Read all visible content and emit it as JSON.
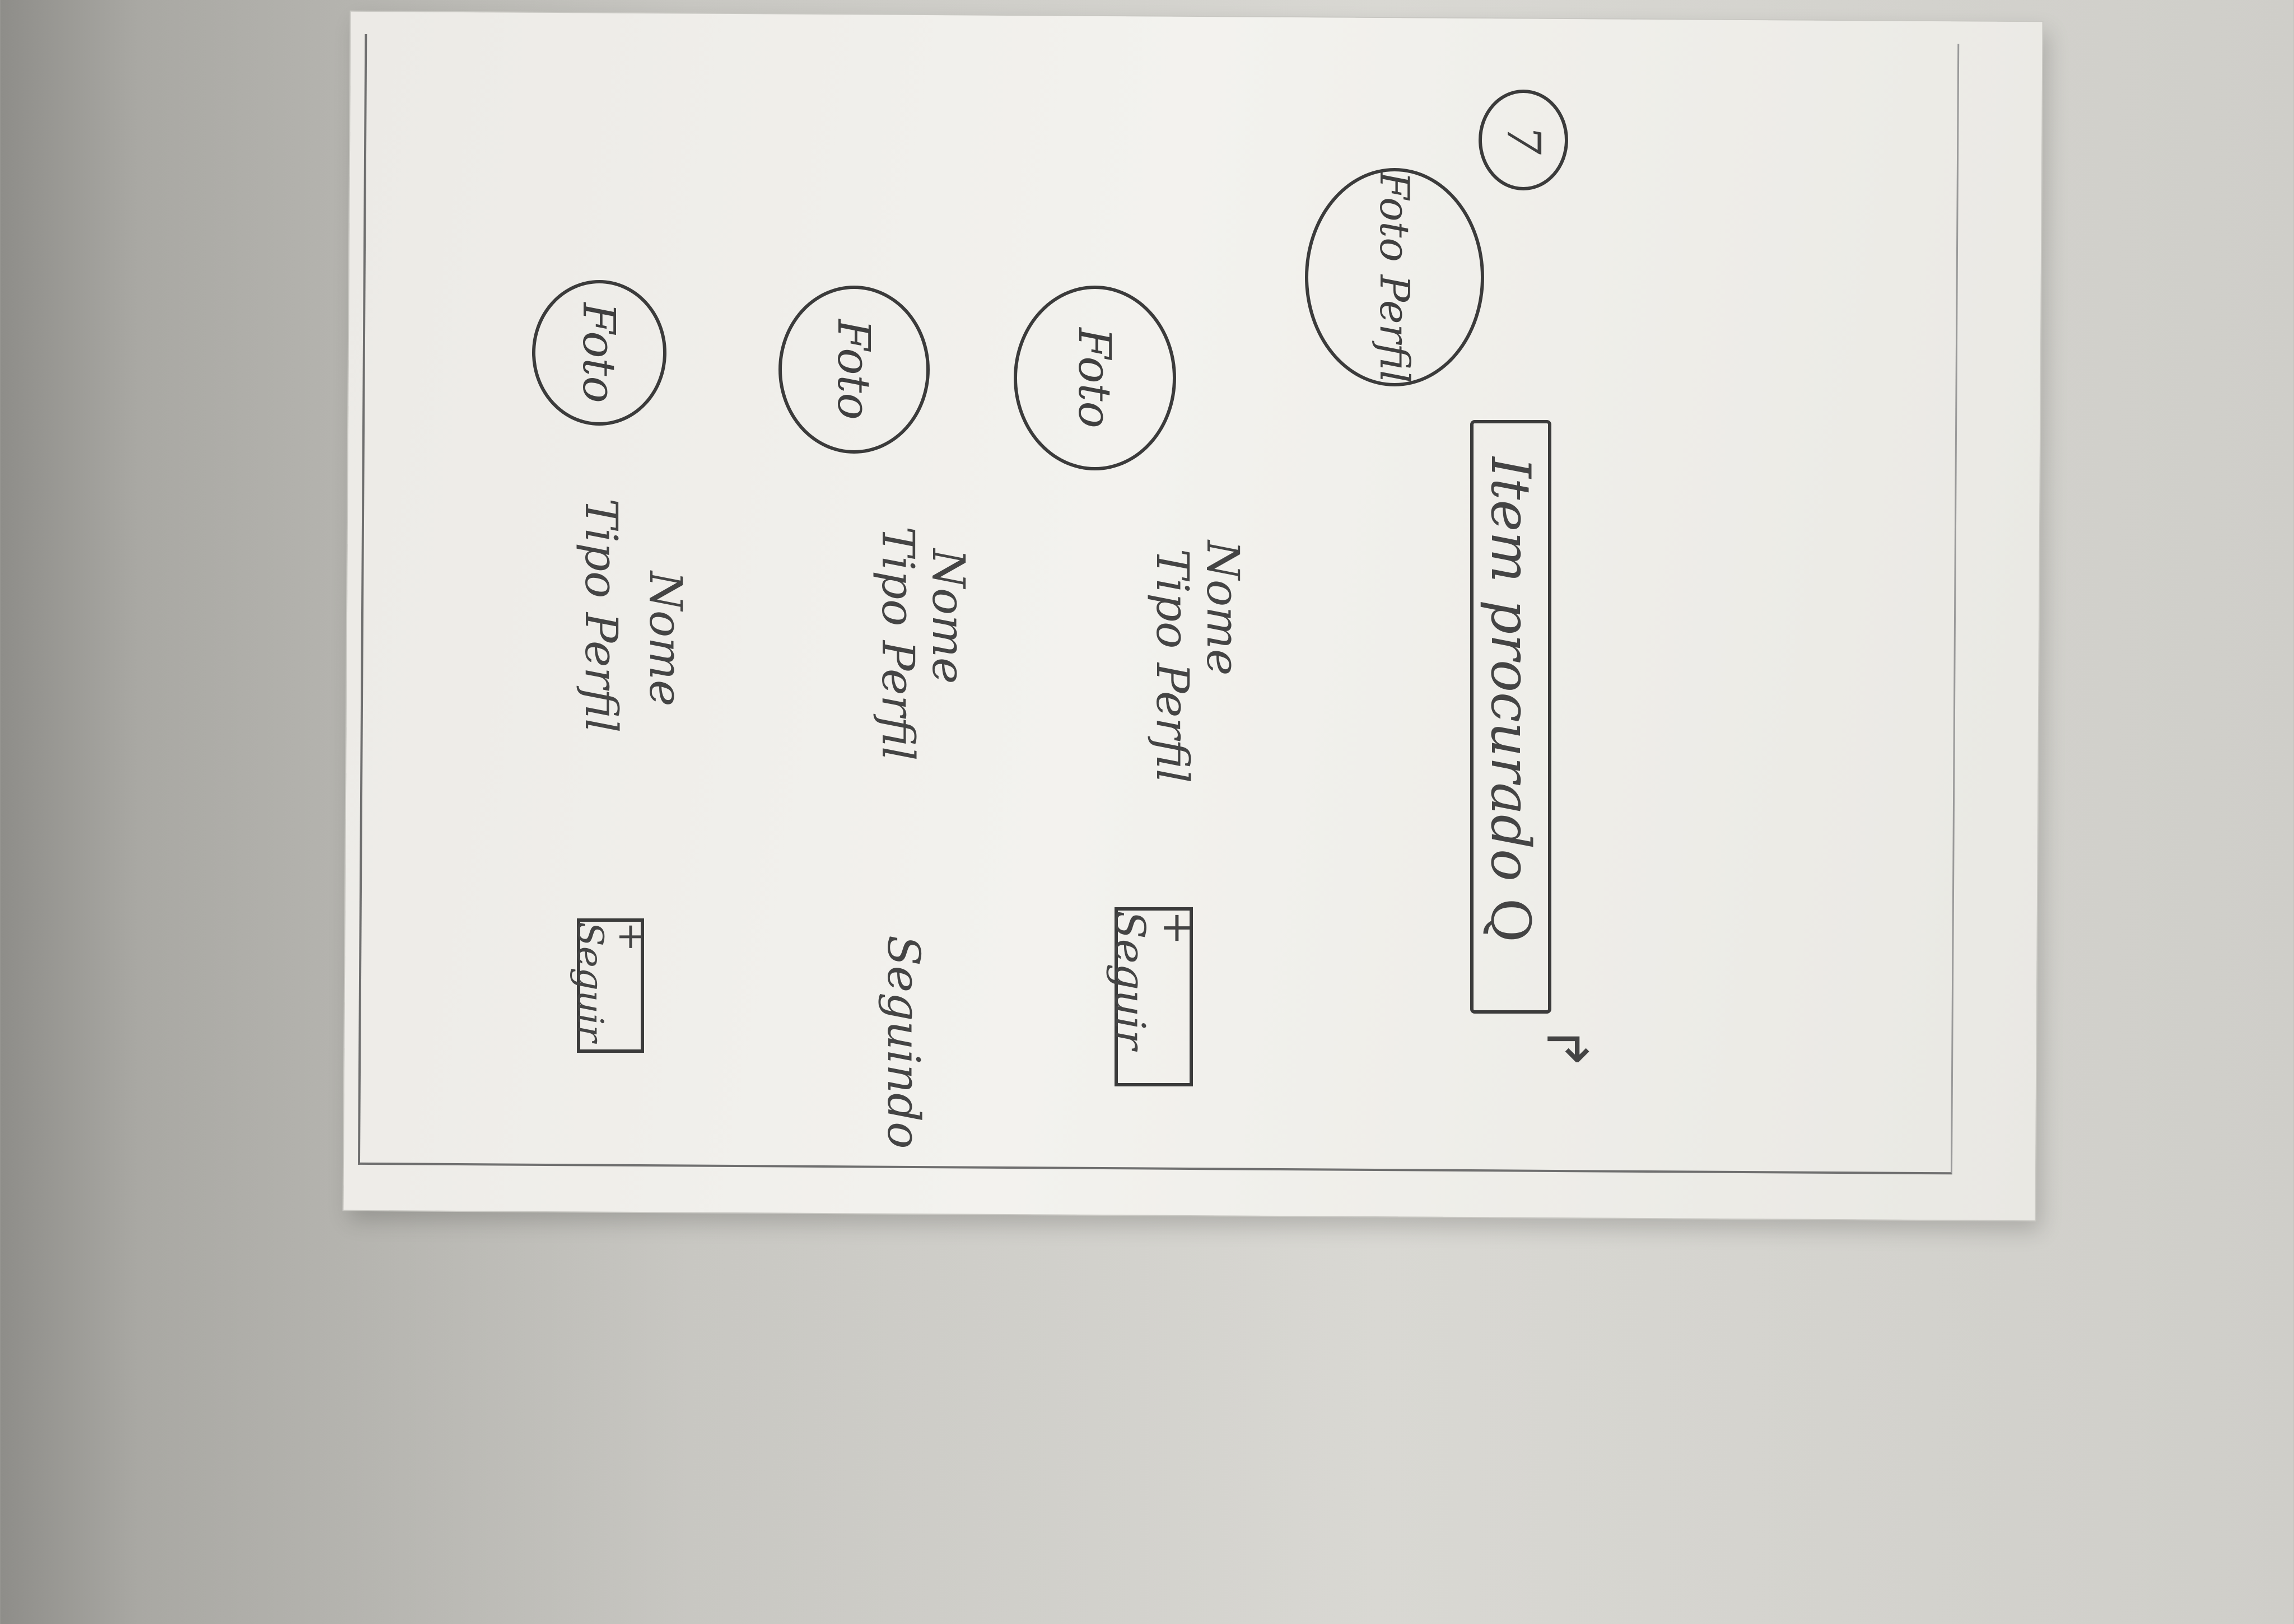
{
  "page": {
    "number": "7"
  },
  "header": {
    "profile_photo": "Foto Perfil",
    "search_text": "Item procurado",
    "search_icon": "search-icon",
    "back_icon": "return-arrow-icon"
  },
  "items": [
    {
      "photo": "Foto",
      "name": "Nome",
      "profile_type": "Tipo Perfil",
      "action": "+ Seguir"
    },
    {
      "photo": "Foto",
      "name": "Nome",
      "profile_type": "Tipo Perfil",
      "status": "Seguindo"
    },
    {
      "photo": "Foto",
      "name": "Nome",
      "profile_type": "Tipo Perfil",
      "action": "+ Seguir"
    }
  ],
  "glyphs": {
    "search": "Q",
    "back": "↲"
  },
  "colors": {
    "pencil": "#3b3b3b",
    "paper": "#f1f0ec",
    "background": "#c9c8c2"
  }
}
